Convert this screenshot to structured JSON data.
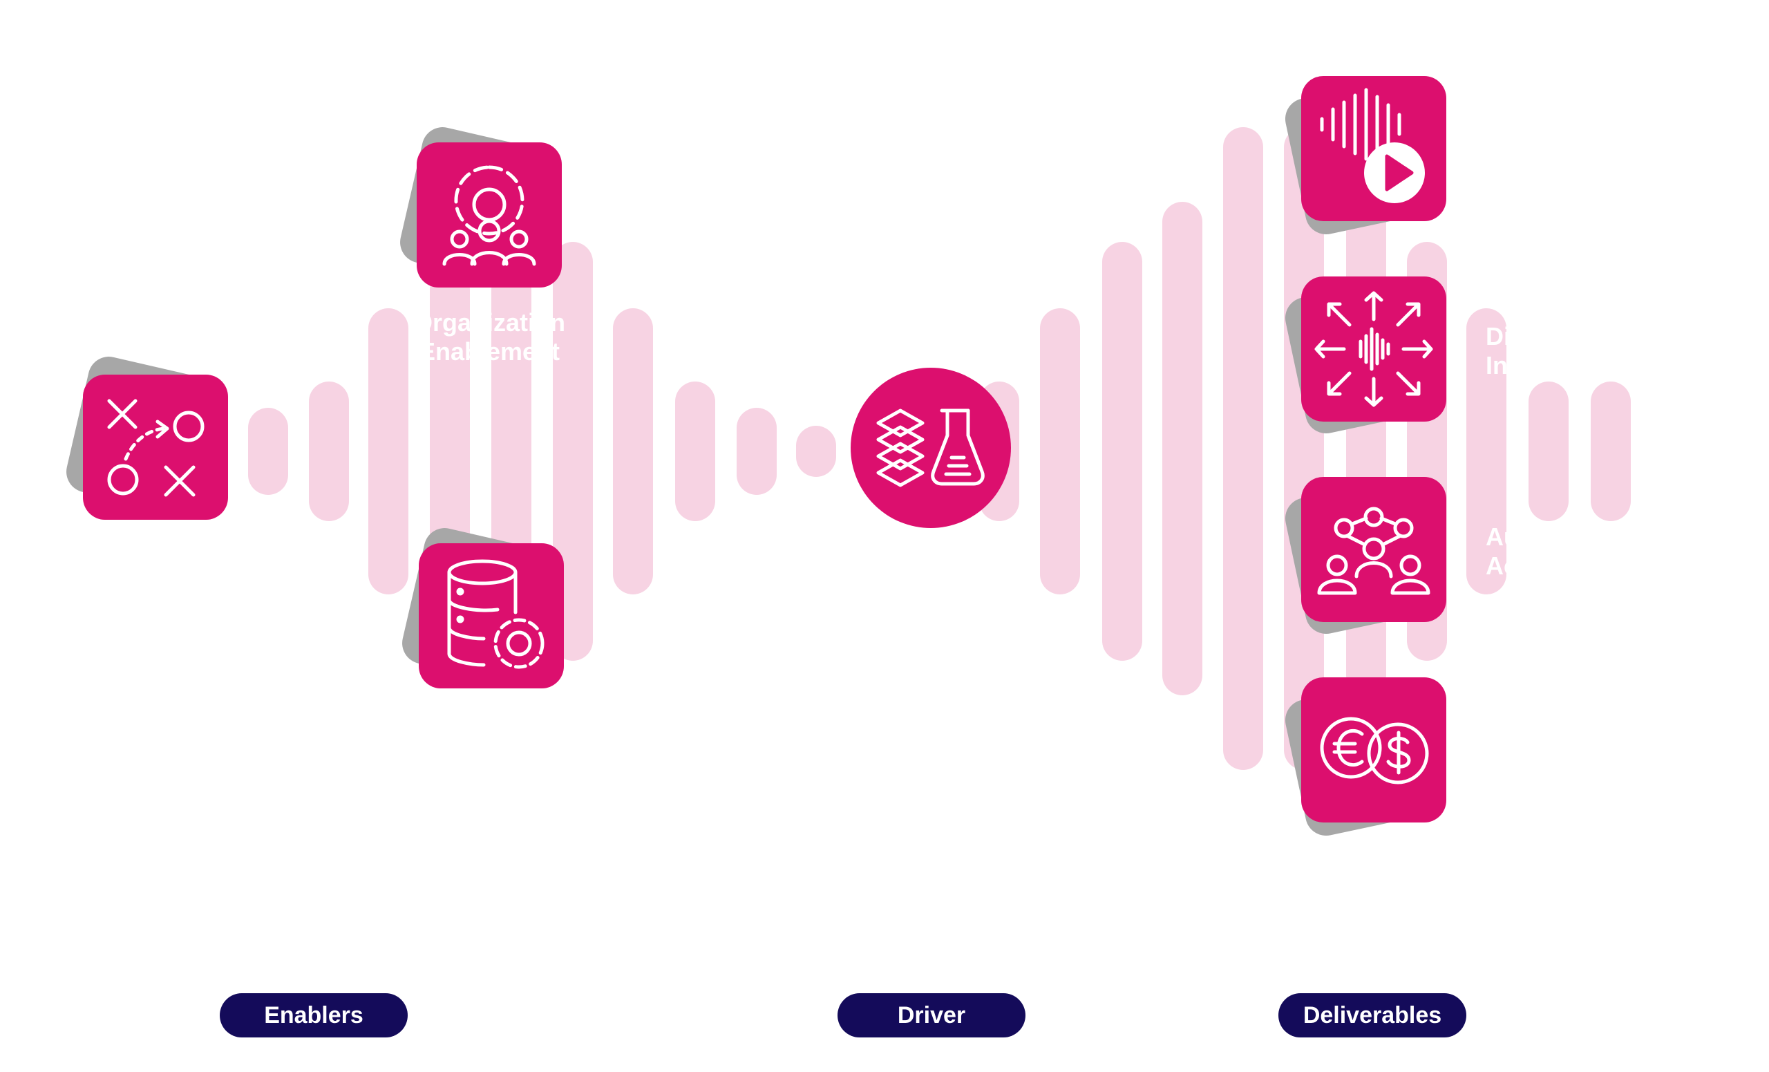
{
  "colors": {
    "accent": "#dc0f6e",
    "wave": "#f7d3e3",
    "pill": "#140b5a",
    "shadow": "#a7a7a7"
  },
  "categories": {
    "enablers": "Enablers",
    "driver": "Driver",
    "deliverables": "Deliverables"
  },
  "nodes": {
    "strategy": {
      "icon": "strategy-play-icon",
      "label": ""
    },
    "organization": {
      "icon": "gear-team-icon",
      "label": "Organization\nEnablement"
    },
    "data": {
      "icon": "database-gear-icon",
      "label": ""
    },
    "driver": {
      "icon": "layers-flask-icon",
      "label": ""
    },
    "media": {
      "icon": "audio-play-icon",
      "label": ""
    },
    "distribution": {
      "icon": "distribution-arrows-icon",
      "label": "Distribution\nInnovation"
    },
    "audience": {
      "icon": "audience-network-icon",
      "label": "Audience\nAcquisition"
    },
    "revenue": {
      "icon": "euro-dollar-coins-icon",
      "label": ""
    }
  }
}
